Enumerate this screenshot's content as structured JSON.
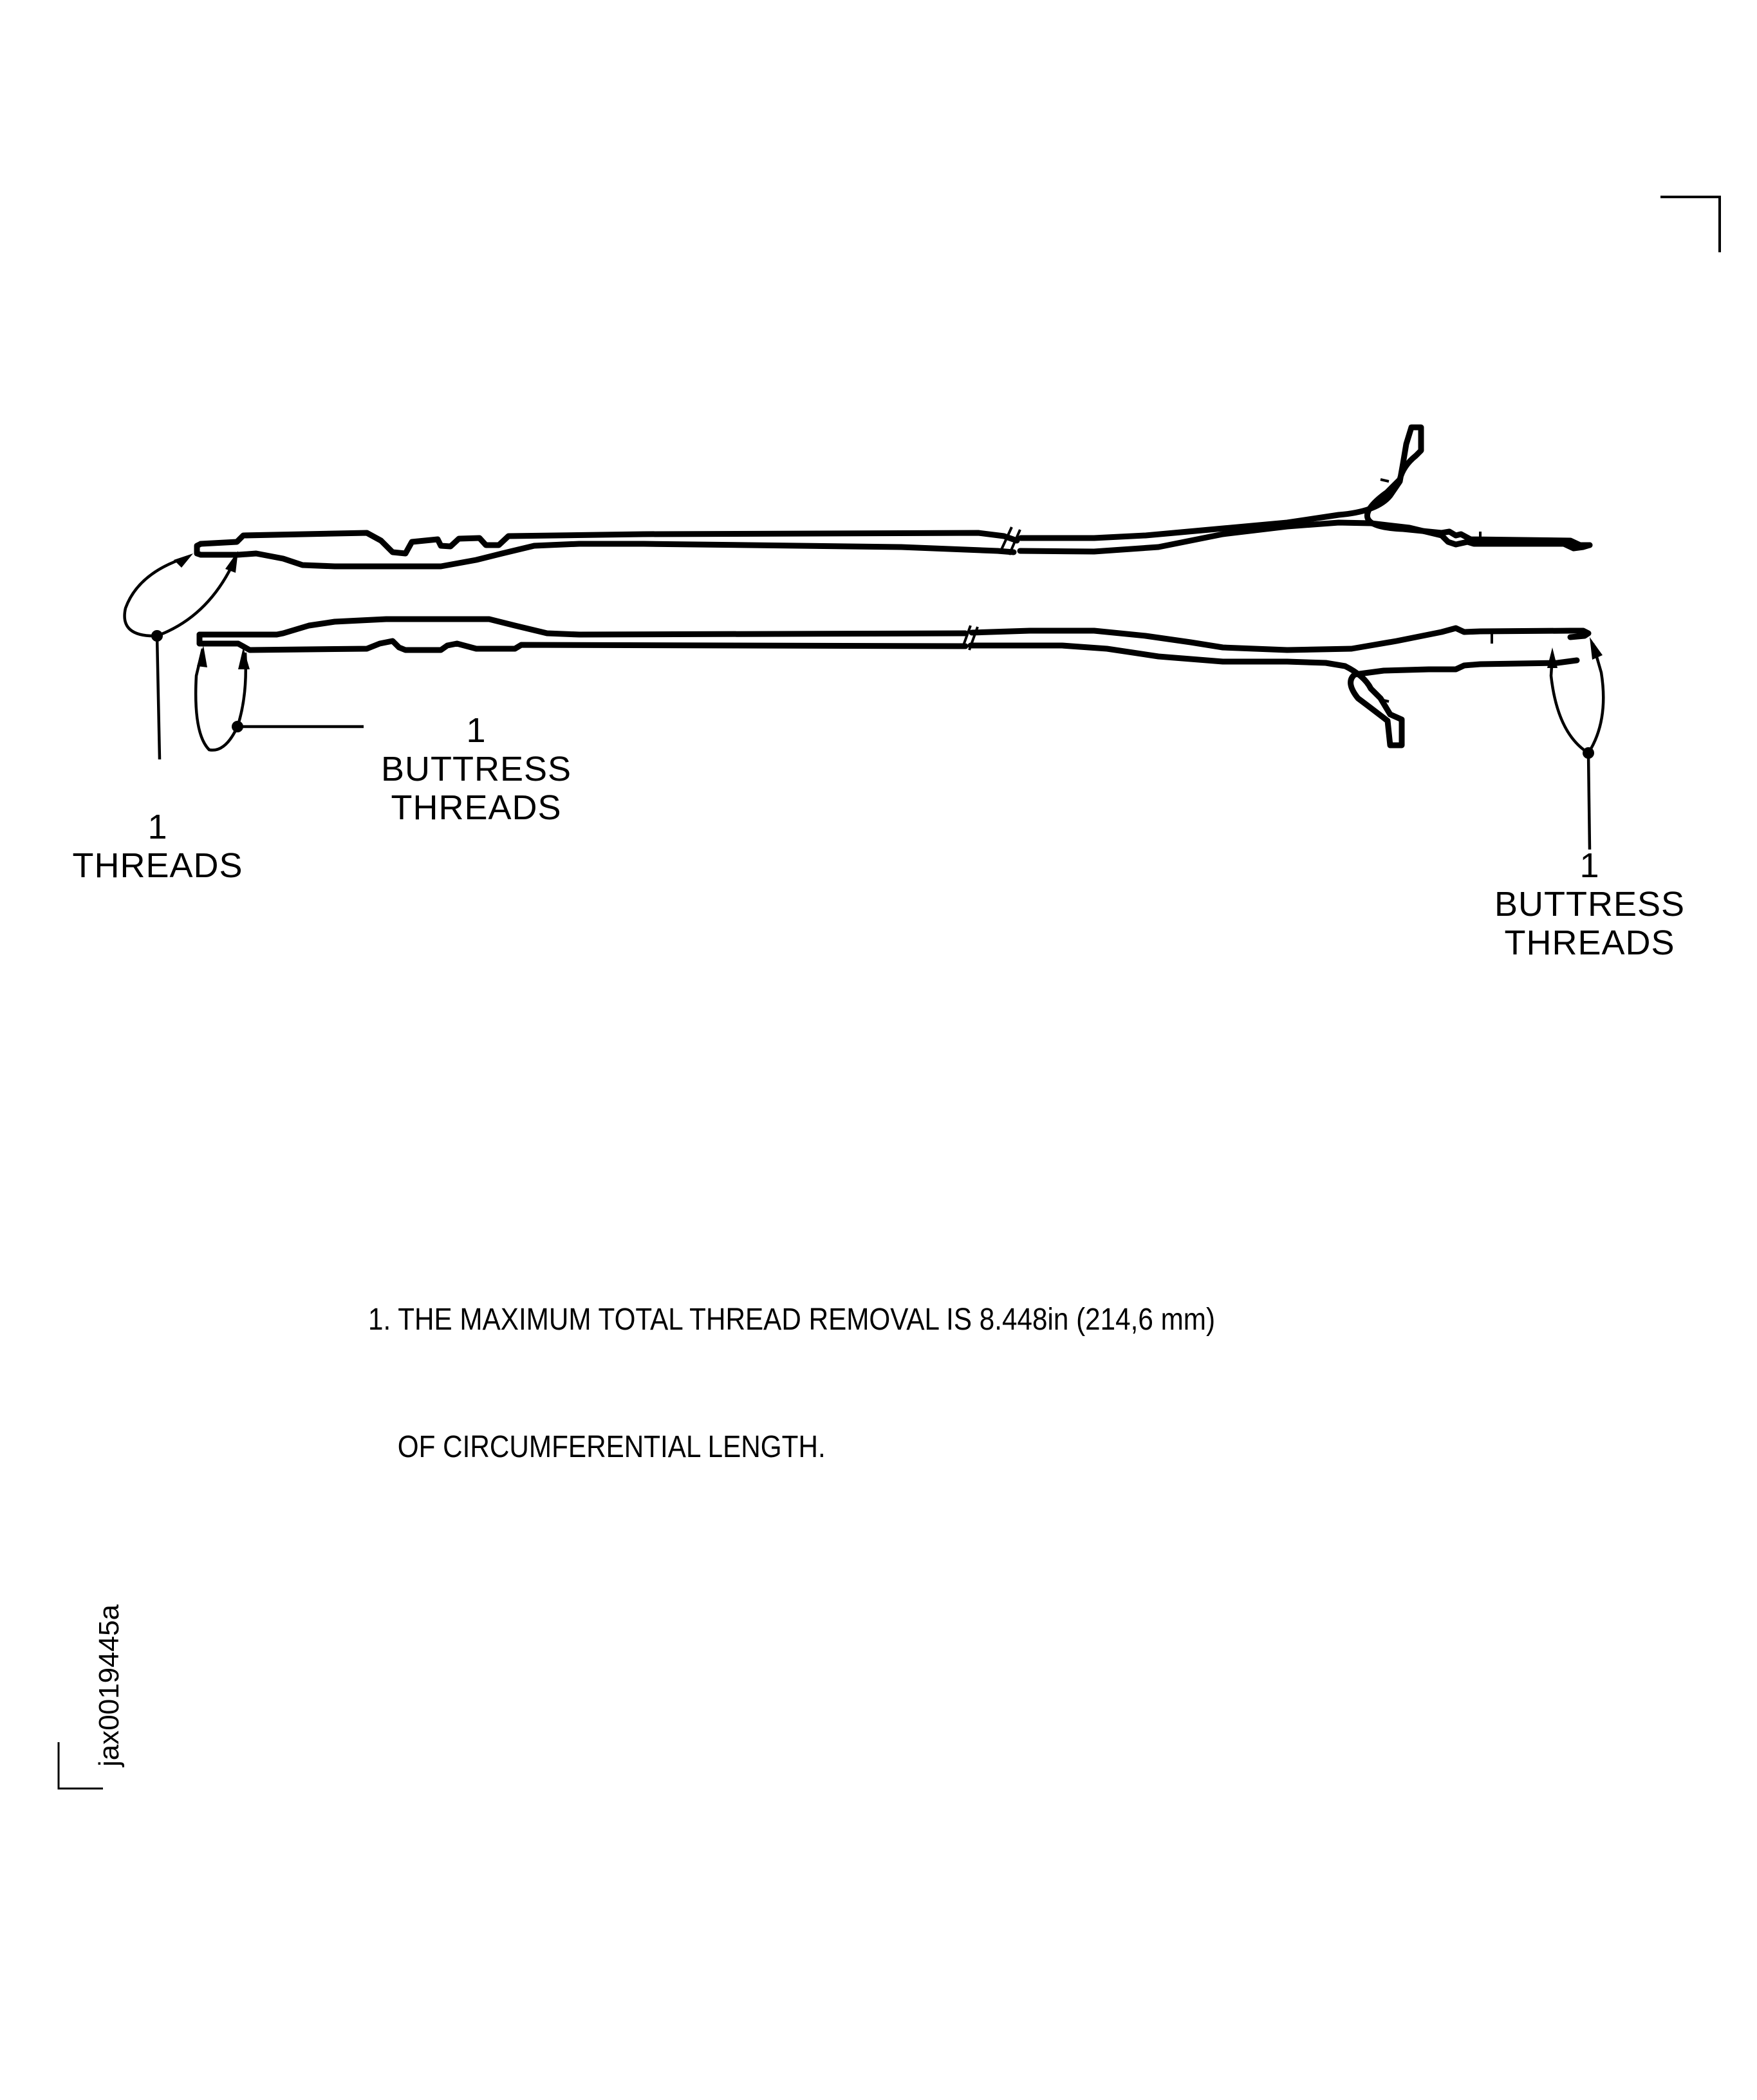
{
  "figure": {
    "id_label": "jax0019445a",
    "description": "Cross-section of two ring/case parts with threaded ends, shown with break lines"
  },
  "callouts": [
    {
      "id": "threads-left",
      "number": "1",
      "label_lines": [
        "THREADS"
      ]
    },
    {
      "id": "buttress-left",
      "number": "1",
      "label_lines": [
        "BUTTRESS",
        "THREADS"
      ]
    },
    {
      "id": "buttress-right",
      "number": "1",
      "label_lines": [
        "BUTTRESS",
        "THREADS"
      ]
    }
  ],
  "notes": [
    {
      "number": "1.",
      "line1": "THE MAXIMUM TOTAL THREAD REMOVAL IS 8.448in (214,6 mm)",
      "line2": "OF CIRCUMFERENTIAL LENGTH."
    }
  ],
  "colors": {
    "line": "#000000",
    "background": "#ffffff"
  }
}
